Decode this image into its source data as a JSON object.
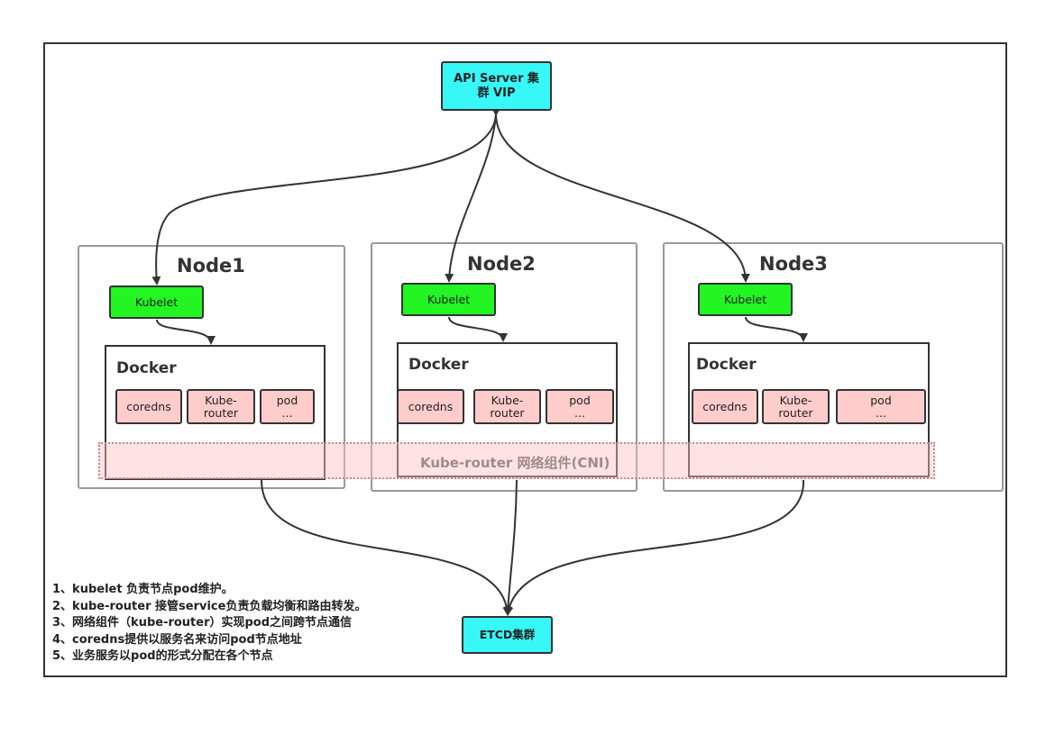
{
  "api_server": {
    "label": "API Server 集群 VIP"
  },
  "etcd": {
    "label": "ETCD集群"
  },
  "nodes": [
    {
      "title": "Node1",
      "kubelet": "Kubelet",
      "docker": "Docker",
      "pods": [
        {
          "line1": "coredns",
          "line2": ""
        },
        {
          "line1": "Kube-",
          "line2": "router"
        },
        {
          "line1": "pod",
          "line2": "..."
        }
      ]
    },
    {
      "title": "Node2",
      "kubelet": "Kubelet",
      "docker": "Docker",
      "pods": [
        {
          "line1": "coredns",
          "line2": ""
        },
        {
          "line1": "Kube-",
          "line2": "router"
        },
        {
          "line1": "pod",
          "line2": "..."
        }
      ]
    },
    {
      "title": "Node3",
      "kubelet": "Kubelet",
      "docker": "Docker",
      "pods": [
        {
          "line1": "coredns",
          "line2": ""
        },
        {
          "line1": "Kube-",
          "line2": "router"
        },
        {
          "line1": "pod",
          "line2": "..."
        }
      ]
    }
  ],
  "cni": {
    "label": "Kube-router 网络组件(CNI)"
  },
  "notes": [
    "1、kubelet 负责节点pod维护。",
    "2、kube-router 接管service负责负载均衡和路由转发。",
    "3、网络组件（kube-router）实现pod之间跨节点通信",
    "4、coredns提供以服务名来访问pod节点地址",
    "5、业务服务以pod的形式分配在各个节点"
  ],
  "colors": {
    "api_etcd": "#37f7f7",
    "kubelet": "#22f522",
    "pod": "#ffcccc",
    "cni_band": "#ffd6d6"
  }
}
